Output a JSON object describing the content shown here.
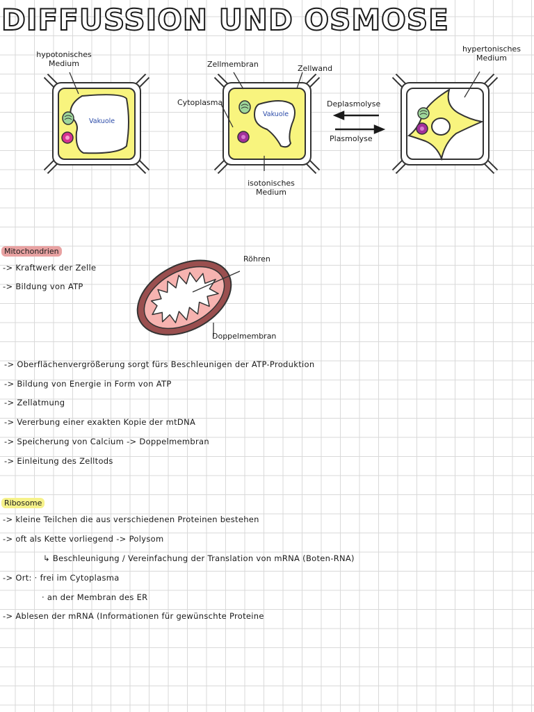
{
  "title": "DIFFUSSION UND OSMOSE",
  "diagram": {
    "hypotonic_label": [
      "hypotonisches",
      "Medium"
    ],
    "cell_membrane": "Zellmembran",
    "cell_wall": "Zellwand",
    "cytoplasm": "Cytoplasma",
    "vacuole": "Vakuole",
    "deplasmolysis": "Deplasmolyse",
    "plasmolysis": "Plasmolyse",
    "hypertonic_label": [
      "hypertonisches",
      "Medium"
    ],
    "isotonic_label": [
      "isotonisches",
      "Medium"
    ]
  },
  "mito": {
    "heading": "Mitochondrien",
    "points": [
      "-> Kraftwerk der Zelle",
      "-> Bildung von ATP"
    ],
    "tubes_label": "Röhren",
    "membrane_label": "Doppelmembran",
    "list": [
      "-> Oberflächenvergrößerung sorgt fürs Beschleunigen der ATP-Produktion",
      "-> Bildung von Energie in Form von ATP",
      "-> Zellatmung",
      "-> Vererbung einer exakten Kopie der mtDNA",
      "-> Speicherung von Calcium -> Doppelmembran",
      "-> Einleitung des Zelltods"
    ]
  },
  "ribo": {
    "heading": "Ribosome",
    "lines": [
      "-> kleine Teilchen die aus verschiedenen Proteinen bestehen",
      "-> oft als Kette vorliegend -> Polysom",
      "↳ Beschleunigung / Vereinfachung der Translation von mRNA (Boten-RNA)",
      "-> Ort: · frei im Cytoplasma",
      "· an der Membran des ER",
      "-> Ablesen der mRNA (Informationen für gewünschte Proteine"
    ]
  },
  "colors": {
    "cytoplasm": "#f8f47e",
    "vacuole": "#ffffff",
    "chloroplast": "#9ed69a",
    "nucleus": "#d6338f",
    "mito_outer": "#9a4f4f",
    "mito_inner": "#f6b3b0"
  }
}
